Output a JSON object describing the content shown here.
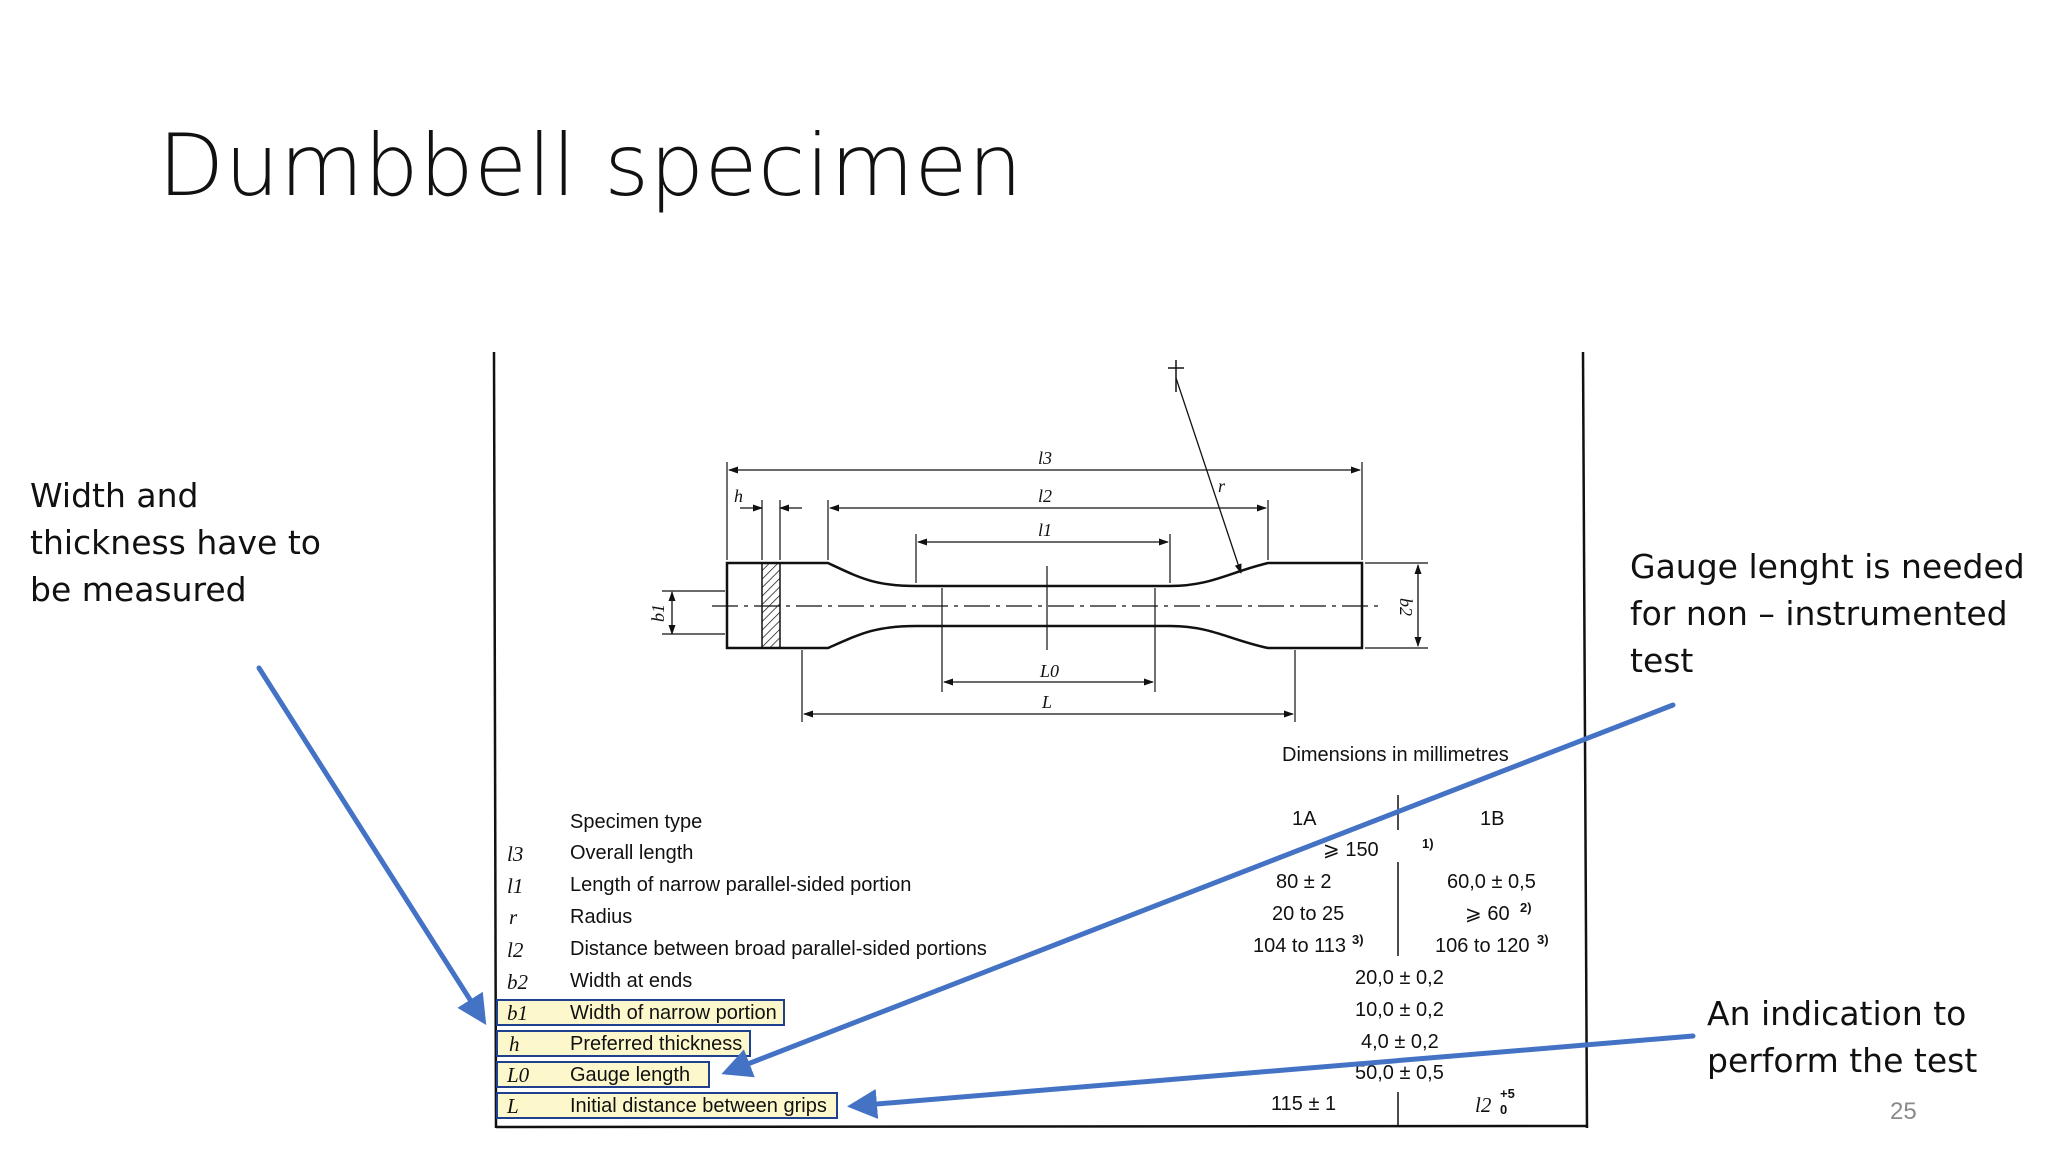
{
  "slide": {
    "title": "Dumbbell specimen",
    "page_number": "25"
  },
  "callouts": {
    "width": [
      "Width and",
      "thickness have to",
      "be measured"
    ],
    "gauge": [
      "Gauge lenght is needed",
      "for non – instrumented",
      "test"
    ],
    "indication": [
      "An indication to",
      "perform the test"
    ]
  },
  "colors": {
    "arrow": "#4472c4",
    "highlight_fill": "#fdf8cc",
    "highlight_border": "#1f3f8f"
  },
  "figure": {
    "dim_labels": {
      "l3": "l3",
      "l2": "l2",
      "l1": "l1",
      "h": "h",
      "r": "r",
      "b1": "b1",
      "b2": "b2",
      "L0": "L0",
      "L": "L"
    },
    "units_note": "Dimensions in millimetres"
  },
  "table": {
    "header": {
      "label": "Specimen type",
      "col_1a": "1A",
      "col_1b": "1B"
    },
    "rows": [
      {
        "symbol": "l3",
        "label": "Overall length",
        "span": "⩾ 150",
        "span_note": "1)"
      },
      {
        "symbol": "l1",
        "label": "Length of narrow parallel-sided portion",
        "v1a": "80 ± 2",
        "v1b": "60,0 ± 0,5"
      },
      {
        "symbol": "r",
        "label": "Radius",
        "v1a": "20 to 25",
        "v1b": "⩾ 60",
        "v1b_note": "2)"
      },
      {
        "symbol": "l2",
        "label": "Distance between broad parallel-sided portions",
        "v1a": "104 to 113",
        "v1a_note": "3)",
        "v1b": "106 to 120",
        "v1b_note": "3)"
      },
      {
        "symbol": "b2",
        "label": "Width at ends",
        "span": "20,0 ± 0,2"
      },
      {
        "symbol": "b1",
        "label": "Width of narrow portion",
        "span": "10,0 ± 0,2",
        "highlighted": true
      },
      {
        "symbol": "h",
        "label": "Preferred thickness",
        "span": "4,0 ± 0,2",
        "highlighted": true
      },
      {
        "symbol": "L0",
        "label": "Gauge length",
        "span": "50,0 ± 0,5",
        "highlighted": true
      },
      {
        "symbol": "L",
        "label": "Initial distance between grips",
        "v1a": "115 ± 1",
        "v1b": "l2",
        "v1b_sup": "+5",
        "v1b_sub": "0",
        "highlighted": true
      }
    ]
  }
}
